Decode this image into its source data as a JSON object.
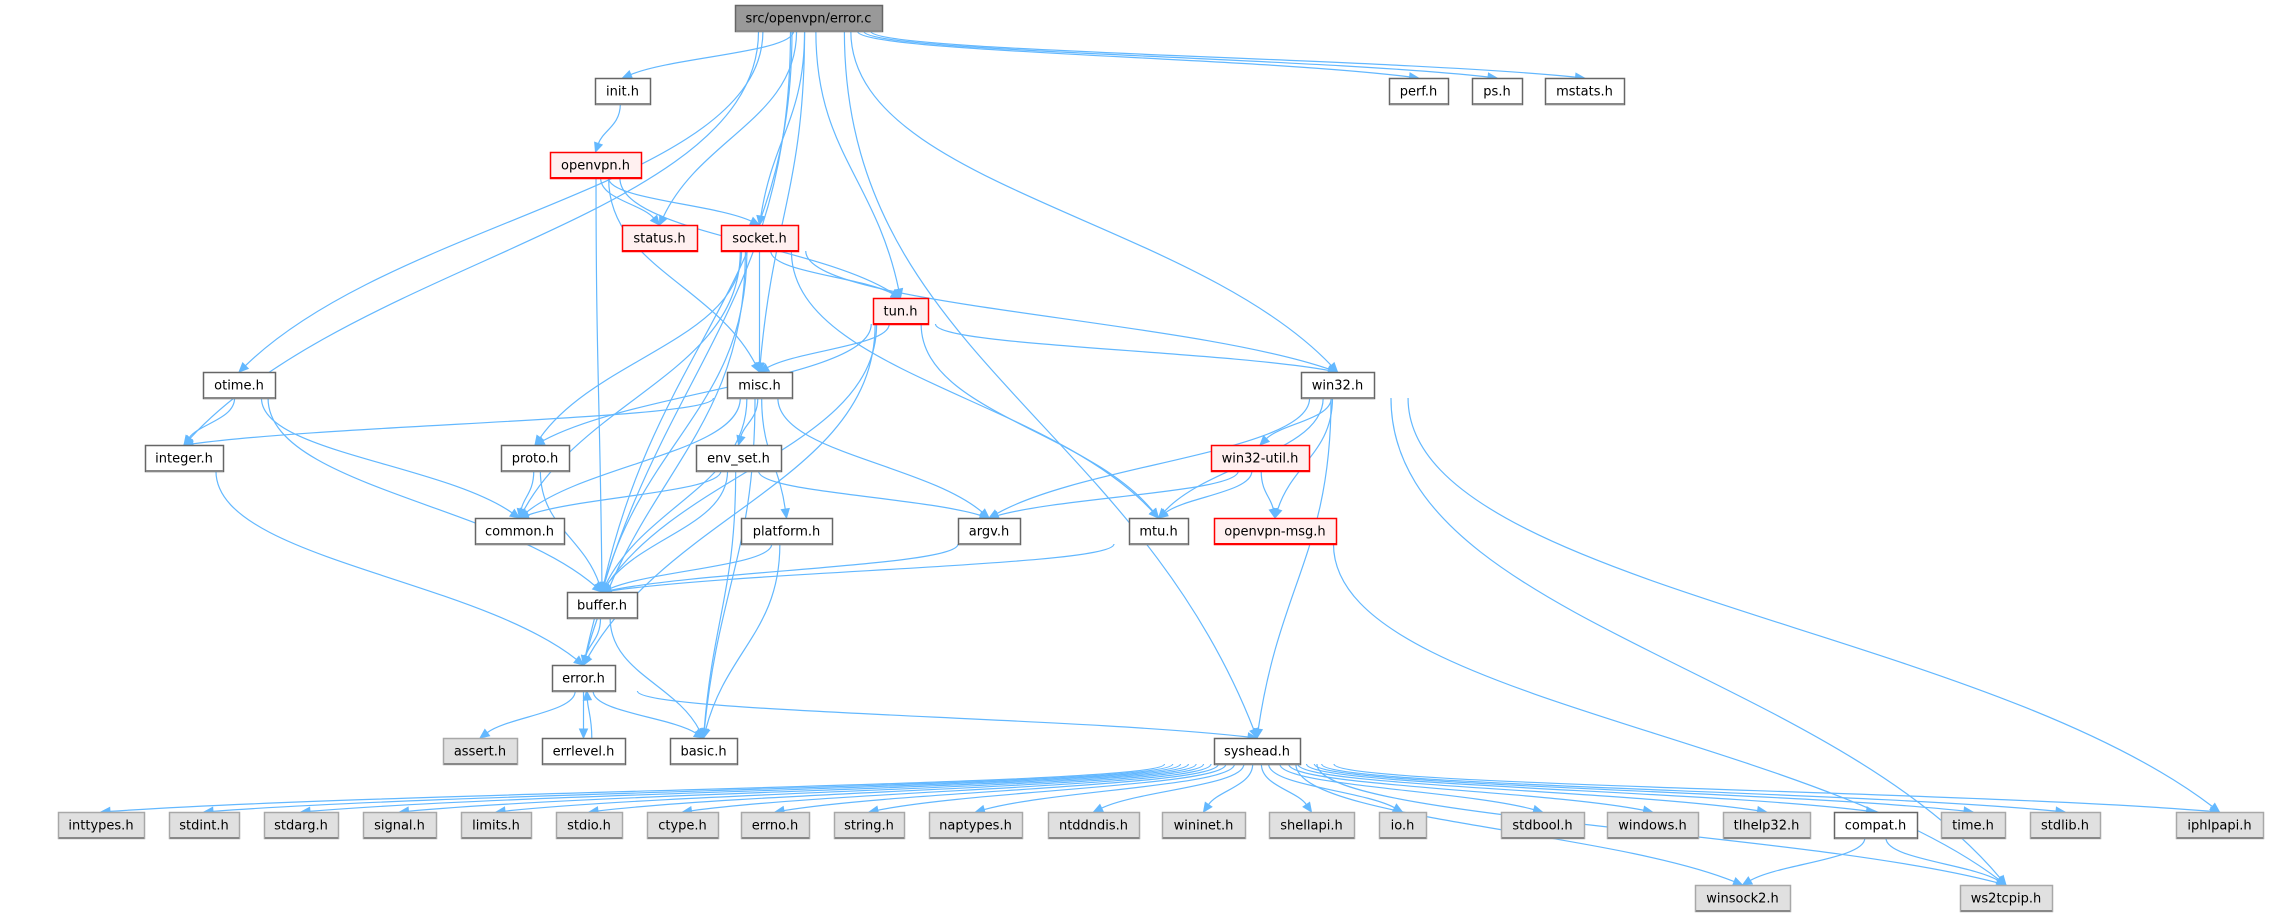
{
  "graph": {
    "title": "src/openvpn/error.c",
    "colors": {
      "edge": "#63b8ff",
      "root_fill": "#999999",
      "documented_fill": "#ffffff",
      "undocumented_fill": "#e0e0e0",
      "truncated_border": "#ff0000",
      "truncated_fill": "#fff0f0"
    },
    "nodes": {
      "error_c": {
        "label": "src/openvpn/error.c",
        "kind": "root"
      },
      "init": {
        "label": "init.h",
        "kind": "doc"
      },
      "perf": {
        "label": "perf.h",
        "kind": "doc"
      },
      "ps": {
        "label": "ps.h",
        "kind": "doc"
      },
      "mstats": {
        "label": "mstats.h",
        "kind": "doc"
      },
      "openvpn": {
        "label": "openvpn.h",
        "kind": "truncated"
      },
      "status": {
        "label": "status.h",
        "kind": "truncated"
      },
      "socket": {
        "label": "socket.h",
        "kind": "truncated"
      },
      "tun": {
        "label": "tun.h",
        "kind": "truncated"
      },
      "otime": {
        "label": "otime.h",
        "kind": "doc"
      },
      "misc": {
        "label": "misc.h",
        "kind": "doc"
      },
      "win32": {
        "label": "win32.h",
        "kind": "doc"
      },
      "integer": {
        "label": "integer.h",
        "kind": "doc"
      },
      "proto": {
        "label": "proto.h",
        "kind": "doc"
      },
      "env_set": {
        "label": "env_set.h",
        "kind": "doc"
      },
      "win32_util": {
        "label": "win32-util.h",
        "kind": "truncated"
      },
      "common": {
        "label": "common.h",
        "kind": "doc"
      },
      "platform": {
        "label": "platform.h",
        "kind": "doc"
      },
      "argv": {
        "label": "argv.h",
        "kind": "doc"
      },
      "mtu": {
        "label": "mtu.h",
        "kind": "doc"
      },
      "openvpn_msg": {
        "label": "openvpn-msg.h",
        "kind": "truncated"
      },
      "buffer": {
        "label": "buffer.h",
        "kind": "doc"
      },
      "error_h": {
        "label": "error.h",
        "kind": "doc"
      },
      "assert": {
        "label": "assert.h",
        "kind": "system"
      },
      "errlevel": {
        "label": "errlevel.h",
        "kind": "doc"
      },
      "basic": {
        "label": "basic.h",
        "kind": "doc"
      },
      "syshead": {
        "label": "syshead.h",
        "kind": "doc"
      },
      "inttypes": {
        "label": "inttypes.h",
        "kind": "system"
      },
      "stdint": {
        "label": "stdint.h",
        "kind": "system"
      },
      "stdarg": {
        "label": "stdarg.h",
        "kind": "system"
      },
      "signal": {
        "label": "signal.h",
        "kind": "system"
      },
      "limits": {
        "label": "limits.h",
        "kind": "system"
      },
      "stdio": {
        "label": "stdio.h",
        "kind": "system"
      },
      "ctype": {
        "label": "ctype.h",
        "kind": "system"
      },
      "errno": {
        "label": "errno.h",
        "kind": "system"
      },
      "string": {
        "label": "string.h",
        "kind": "system"
      },
      "naptypes": {
        "label": "naptypes.h",
        "kind": "system"
      },
      "ntddndis": {
        "label": "ntddndis.h",
        "kind": "system"
      },
      "wininet": {
        "label": "wininet.h",
        "kind": "system"
      },
      "shellapi": {
        "label": "shellapi.h",
        "kind": "system"
      },
      "io": {
        "label": "io.h",
        "kind": "system"
      },
      "stdbool": {
        "label": "stdbool.h",
        "kind": "system"
      },
      "windows": {
        "label": "windows.h",
        "kind": "system"
      },
      "tlhelp32": {
        "label": "tlhelp32.h",
        "kind": "system"
      },
      "compat": {
        "label": "compat.h",
        "kind": "doc"
      },
      "time": {
        "label": "time.h",
        "kind": "system"
      },
      "stdlib": {
        "label": "stdlib.h",
        "kind": "system"
      },
      "iphlpapi": {
        "label": "iphlpapi.h",
        "kind": "system"
      },
      "winsock2": {
        "label": "winsock2.h",
        "kind": "system"
      },
      "ws2tcpip": {
        "label": "ws2tcpip.h",
        "kind": "system"
      }
    },
    "edges": [
      [
        "error_c",
        "init"
      ],
      [
        "error_c",
        "perf"
      ],
      [
        "error_c",
        "ps"
      ],
      [
        "error_c",
        "mstats"
      ],
      [
        "error_c",
        "status"
      ],
      [
        "error_c",
        "socket"
      ],
      [
        "error_c",
        "tun"
      ],
      [
        "error_c",
        "misc"
      ],
      [
        "error_c",
        "win32"
      ],
      [
        "error_c",
        "otime"
      ],
      [
        "error_c",
        "integer"
      ],
      [
        "error_c",
        "buffer"
      ],
      [
        "error_c",
        "error_h"
      ],
      [
        "error_c",
        "syshead"
      ],
      [
        "init",
        "openvpn"
      ],
      [
        "openvpn",
        "status"
      ],
      [
        "openvpn",
        "socket"
      ],
      [
        "openvpn",
        "tun"
      ],
      [
        "openvpn",
        "misc"
      ],
      [
        "openvpn",
        "buffer"
      ],
      [
        "socket",
        "tun"
      ],
      [
        "socket",
        "misc"
      ],
      [
        "socket",
        "win32"
      ],
      [
        "socket",
        "mtu"
      ],
      [
        "socket",
        "proto"
      ],
      [
        "socket",
        "common"
      ],
      [
        "socket",
        "buffer"
      ],
      [
        "socket",
        "error_h"
      ],
      [
        "tun",
        "misc"
      ],
      [
        "tun",
        "win32"
      ],
      [
        "tun",
        "mtu"
      ],
      [
        "tun",
        "proto"
      ],
      [
        "tun",
        "buffer"
      ],
      [
        "tun",
        "error_h"
      ],
      [
        "otime",
        "integer"
      ],
      [
        "otime",
        "common"
      ],
      [
        "otime",
        "buffer"
      ],
      [
        "misc",
        "integer"
      ],
      [
        "misc",
        "env_set"
      ],
      [
        "misc",
        "platform"
      ],
      [
        "misc",
        "argv"
      ],
      [
        "misc",
        "common"
      ],
      [
        "misc",
        "buffer"
      ],
      [
        "misc",
        "basic"
      ],
      [
        "win32",
        "win32_util"
      ],
      [
        "win32",
        "argv"
      ],
      [
        "win32",
        "mtu"
      ],
      [
        "win32",
        "openvpn_msg"
      ],
      [
        "win32",
        "syshead"
      ],
      [
        "win32",
        "iphlpapi"
      ],
      [
        "win32",
        "ws2tcpip"
      ],
      [
        "integer",
        "error_h"
      ],
      [
        "proto",
        "common"
      ],
      [
        "proto",
        "buffer"
      ],
      [
        "env_set",
        "common"
      ],
      [
        "env_set",
        "argv"
      ],
      [
        "env_set",
        "buffer"
      ],
      [
        "env_set",
        "basic"
      ],
      [
        "win32_util",
        "argv"
      ],
      [
        "win32_util",
        "mtu"
      ],
      [
        "win32_util",
        "openvpn_msg"
      ],
      [
        "platform",
        "buffer"
      ],
      [
        "platform",
        "basic"
      ],
      [
        "argv",
        "buffer"
      ],
      [
        "mtu",
        "buffer"
      ],
      [
        "openvpn_msg",
        "ws2tcpip"
      ],
      [
        "buffer",
        "error_h"
      ],
      [
        "buffer",
        "basic"
      ],
      [
        "error_h",
        "assert"
      ],
      [
        "error_h",
        "errlevel"
      ],
      [
        "error_h",
        "basic"
      ],
      [
        "error_h",
        "syshead"
      ],
      [
        "errlevel",
        "error_h"
      ],
      [
        "syshead",
        "inttypes"
      ],
      [
        "syshead",
        "stdint"
      ],
      [
        "syshead",
        "stdarg"
      ],
      [
        "syshead",
        "signal"
      ],
      [
        "syshead",
        "limits"
      ],
      [
        "syshead",
        "stdio"
      ],
      [
        "syshead",
        "ctype"
      ],
      [
        "syshead",
        "errno"
      ],
      [
        "syshead",
        "string"
      ],
      [
        "syshead",
        "naptypes"
      ],
      [
        "syshead",
        "ntddndis"
      ],
      [
        "syshead",
        "wininet"
      ],
      [
        "syshead",
        "shellapi"
      ],
      [
        "syshead",
        "io"
      ],
      [
        "syshead",
        "stdbool"
      ],
      [
        "syshead",
        "windows"
      ],
      [
        "syshead",
        "tlhelp32"
      ],
      [
        "syshead",
        "compat"
      ],
      [
        "syshead",
        "time"
      ],
      [
        "syshead",
        "stdlib"
      ],
      [
        "syshead",
        "iphlpapi"
      ],
      [
        "syshead",
        "winsock2"
      ],
      [
        "syshead",
        "ws2tcpip"
      ],
      [
        "compat",
        "winsock2"
      ],
      [
        "compat",
        "ws2tcpip"
      ]
    ]
  }
}
